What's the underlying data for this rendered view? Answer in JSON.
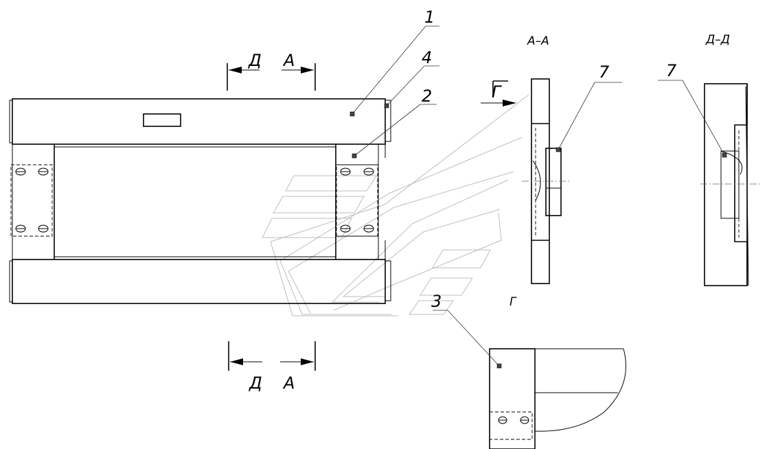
{
  "parts": {
    "p1": "1",
    "p2": "2",
    "p3": "3",
    "p4": "4",
    "p7a": "7",
    "p7b": "7"
  },
  "sections": {
    "aa_title": "А–А",
    "dd_title": "Д–Д",
    "g_title": "Г",
    "g_arrow": "Г",
    "top_d": "Д",
    "top_a": "А",
    "bot_d": "Д",
    "bot_a": "А"
  }
}
